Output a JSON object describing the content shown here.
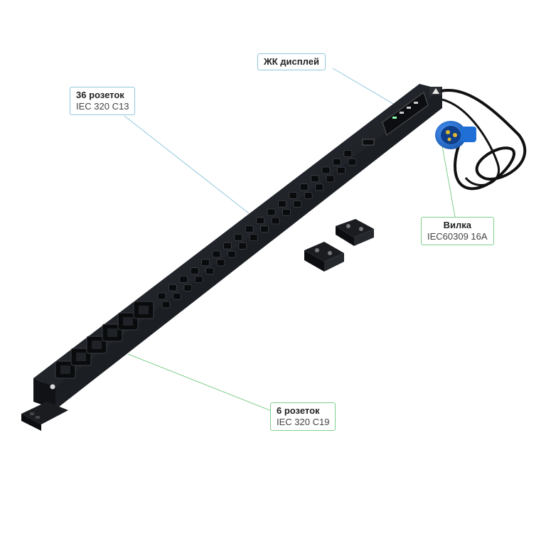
{
  "callouts": {
    "lcd": {
      "title": "ЖК дисплей"
    },
    "c13": {
      "title": "36 розеток",
      "subtitle": "IEC 320 C13"
    },
    "plug": {
      "title": "Вилка",
      "subtitle": "IEC60309 16A"
    },
    "c19": {
      "title": "6 розеток",
      "subtitle": "IEC 320 C19"
    }
  },
  "colors": {
    "body": "#1c1f24",
    "body_face": "#26292f",
    "plug_blue": "#1f6fd6",
    "leader_blue": "#8fc7dc",
    "leader_green": "#7fcf8e"
  },
  "icons": {
    "power_indicator": "circle-light",
    "mounting_bracket": "l-bracket"
  }
}
